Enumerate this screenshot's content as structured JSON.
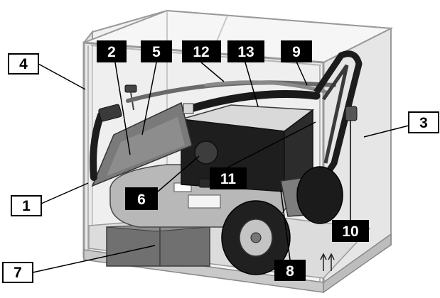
{
  "callouts": [
    {
      "id": "c1",
      "label": "1",
      "style": "outline"
    },
    {
      "id": "c2",
      "label": "2",
      "style": "filled"
    },
    {
      "id": "c3",
      "label": "3",
      "style": "outline"
    },
    {
      "id": "c4",
      "label": "4",
      "style": "outline"
    },
    {
      "id": "c5",
      "label": "5",
      "style": "filled"
    },
    {
      "id": "c6",
      "label": "6",
      "style": "filled"
    },
    {
      "id": "c7",
      "label": "7",
      "style": "outline"
    },
    {
      "id": "c8",
      "label": "8",
      "style": "filled"
    },
    {
      "id": "c9",
      "label": "9",
      "style": "filled"
    },
    {
      "id": "c10",
      "label": "10",
      "style": "filled"
    },
    {
      "id": "c11",
      "label": "11",
      "style": "filled"
    },
    {
      "id": "c12",
      "label": "12",
      "style": "filled"
    },
    {
      "id": "c13",
      "label": "13",
      "style": "filled"
    }
  ],
  "colors": {
    "box_edge": "#9a9a9a",
    "glass": "#e9e9e9",
    "pallet": "#d6d6d6",
    "machine_dark": "#1c1c1c",
    "machine_mid": "#555555",
    "deck": "#b8b8b8",
    "callout_fill": "#000000",
    "callout_text_filled": "#ffffff",
    "callout_text_outline": "#000000"
  }
}
